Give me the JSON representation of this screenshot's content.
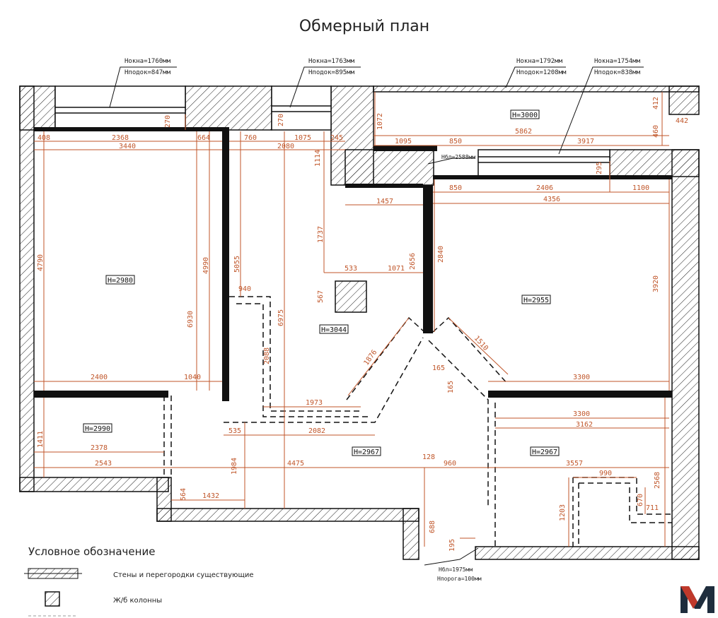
{
  "title": "Обмерный план",
  "window_notes": [
    {
      "h_window": "Hокна=1760мм",
      "h_sill": "Hподок=847мм"
    },
    {
      "h_window": "Hокна=1763мм",
      "h_sill": "Hподок=895мм"
    },
    {
      "h_window": "Hокна=1792мм",
      "h_sill": "Hподок=1208мм"
    },
    {
      "h_window": "Hокна=1754мм",
      "h_sill": "Hподок=838мм"
    }
  ],
  "heights": [
    "H=2980",
    "H=3044",
    "H=2955",
    "H=3000",
    "H=2990",
    "H=2967",
    "H=2967"
  ],
  "small_notes": {
    "beam_top": "Hбл=2588мм",
    "beam_bottom": "Hбл=1975мм",
    "beam_bottom_2": "Hпорога=100мм"
  },
  "dimensions": {
    "top": [
      "408",
      "2368",
      "664",
      "3440",
      "270",
      "760",
      "1075",
      "245",
      "2080",
      "270",
      "1072",
      "1095",
      "850",
      "3917",
      "5862",
      "412",
      "442",
      "460",
      "295",
      "1114"
    ],
    "middle": [
      "1457",
      "850",
      "2406",
      "1100",
      "4356",
      "533",
      "1071",
      "2656",
      "2840",
      "1737",
      "567",
      "3920",
      "4790",
      "4990",
      "6930",
      "5055",
      "6975",
      "940",
      "2088"
    ],
    "diagonal": [
      "1876",
      "1510",
      "165",
      "165"
    ],
    "lower": [
      "2400",
      "1040",
      "3300",
      "1973",
      "3300",
      "3162",
      "535",
      "2082",
      "1411",
      "2378",
      "2543",
      "4475",
      "128",
      "960",
      "3557",
      "1984",
      "564",
      "1432",
      "990",
      "670",
      "711",
      "2568",
      "1203",
      "688",
      "195"
    ]
  },
  "legend": {
    "title": "Условное обозначение",
    "items": [
      "Стены и перегородки существующие",
      "Ж/б колонны"
    ]
  },
  "logo": {
    "letter": "M",
    "color": "#c0392b",
    "dark": "#1f2d3d"
  },
  "colors": {
    "wall": "#111111",
    "dimension": "#c0562a"
  }
}
